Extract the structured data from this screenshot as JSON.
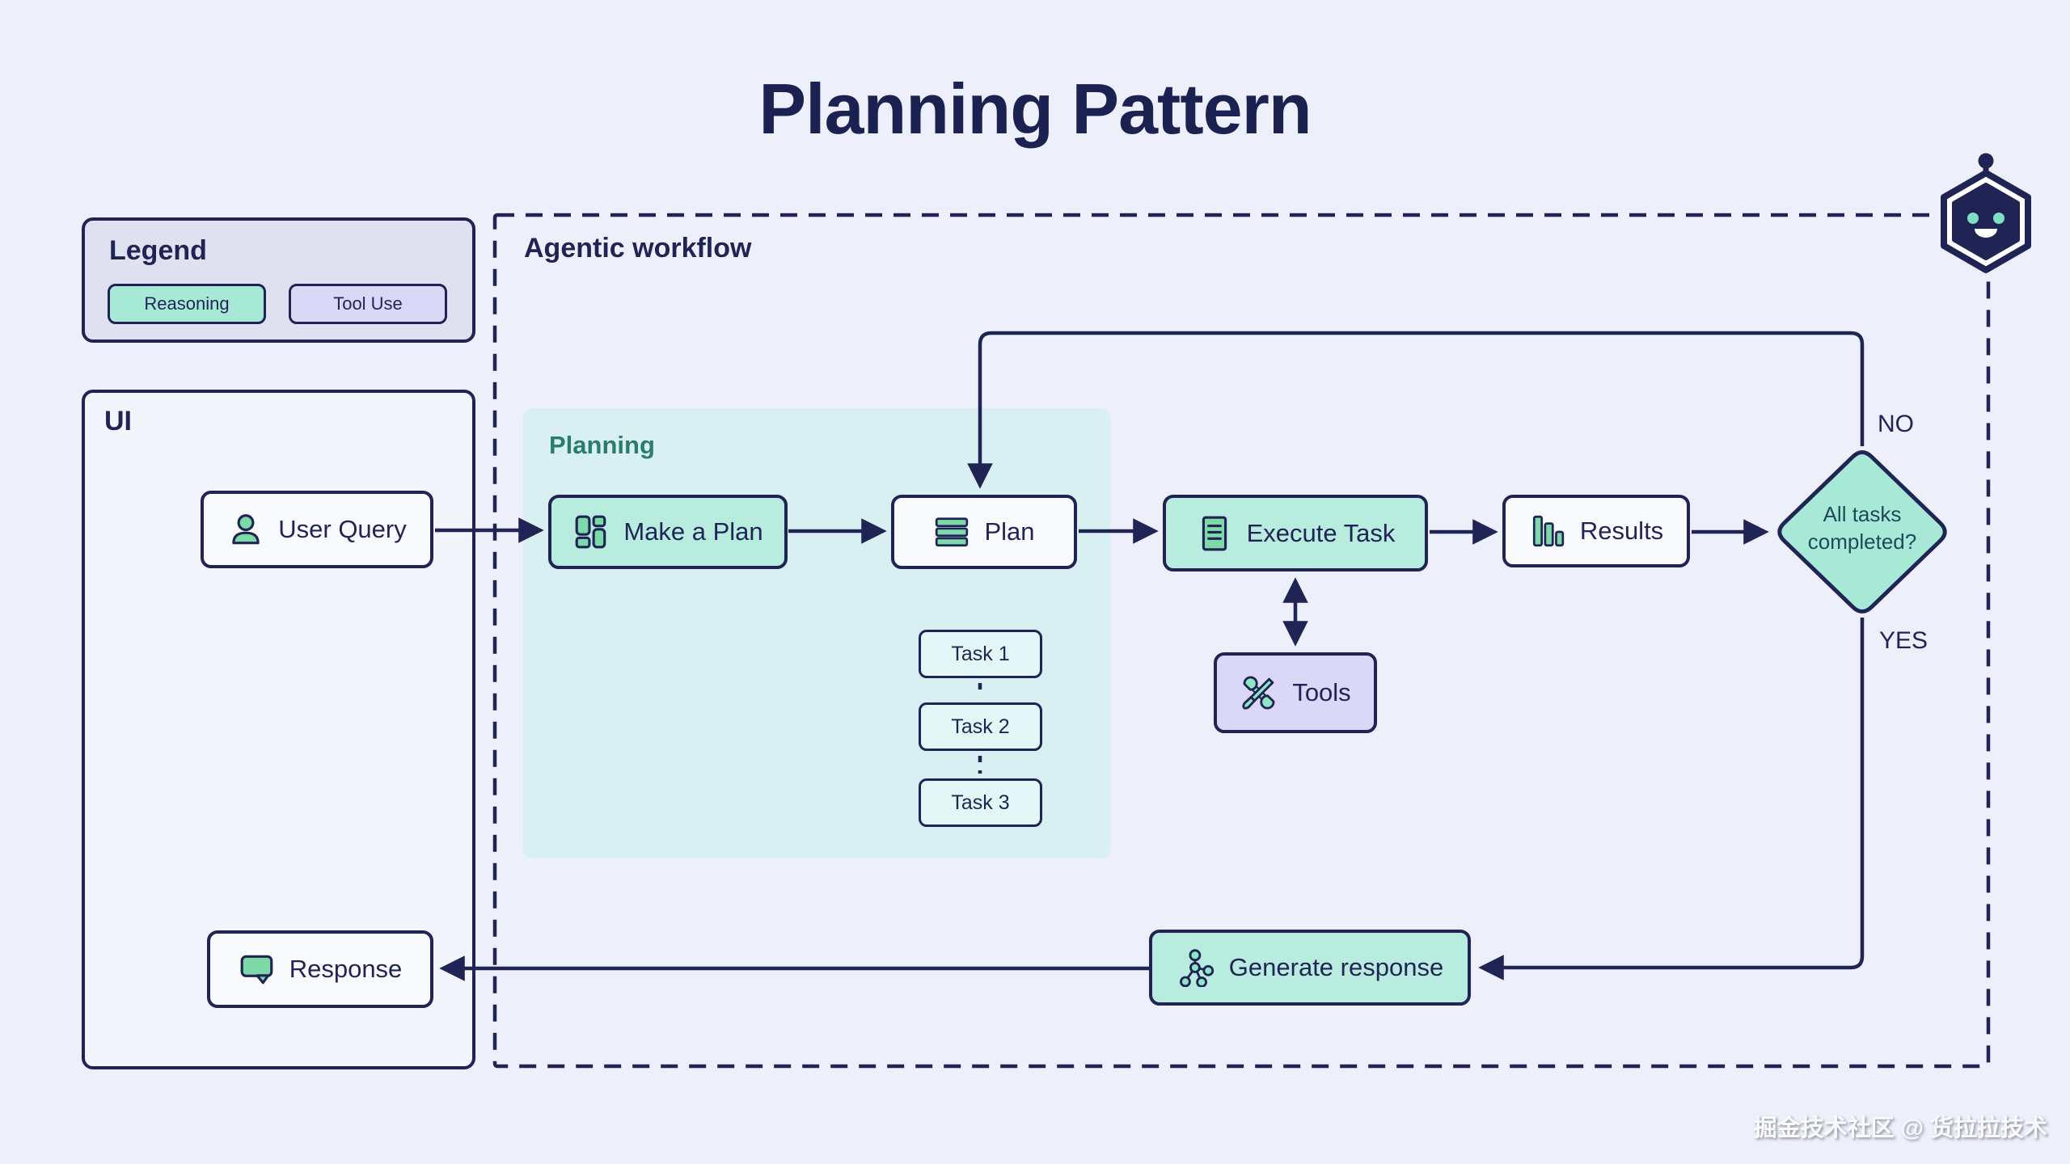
{
  "title": "Planning Pattern",
  "legend": {
    "label": "Legend",
    "items": [
      {
        "label": "Reasoning",
        "color": "#a7e9d6"
      },
      {
        "label": "Tool Use",
        "color": "#dbd8f7"
      }
    ]
  },
  "ui_panel": {
    "label": "UI",
    "nodes": {
      "user_query": "User Query",
      "response": "Response"
    }
  },
  "workflow": {
    "label": "Agentic workflow",
    "planning": {
      "label": "Planning",
      "nodes": {
        "make_a_plan": "Make a Plan",
        "plan": "Plan"
      },
      "tasks": [
        "Task 1",
        "Task 2",
        "Task 3"
      ]
    },
    "nodes": {
      "execute_task": "Execute Task",
      "results": "Results",
      "tools": "Tools",
      "generate_response": "Generate response"
    },
    "decision": {
      "question": "All tasks completed?",
      "no_label": "NO",
      "yes_label": "YES"
    }
  },
  "icons": {
    "user_query": "user-icon",
    "make_a_plan": "grid-icon",
    "plan": "list-icon",
    "execute_task": "document-icon",
    "results": "bar-chart-icon",
    "tools": "crossed-tools-icon",
    "generate_response": "network-icon",
    "response": "chat-bubble-icon",
    "mascot": "robot-icon"
  },
  "watermark": "掘金技术社区 @ 货拉拉技术",
  "colors": {
    "navy": "#1f2454",
    "background": "#edeffa",
    "mint_node": "#b7ecdf",
    "diamond": "#a7e9d6",
    "lavender_node": "#dbd8f7",
    "planning_background": "#d9f0f3",
    "task_background": "#e4f7f7",
    "white_node": "#f8fafe",
    "icon_green": "#7ed9a9",
    "icon_mint": "#8de6c5",
    "planning_label_green": "#2a7d6a",
    "diamond_text": "#1d4a56"
  }
}
